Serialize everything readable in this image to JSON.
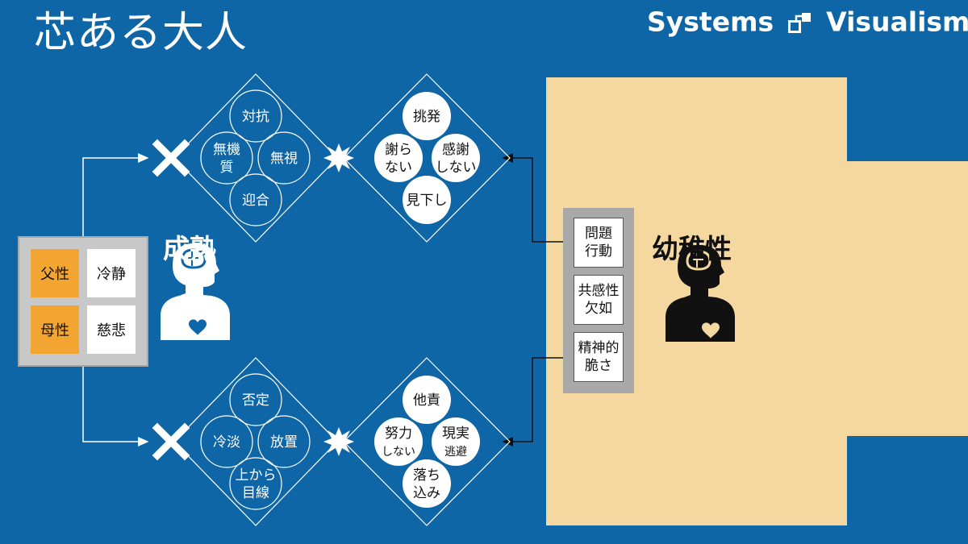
{
  "title": "芯ある大人",
  "brand": {
    "left": "Systems",
    "right": "Visualism"
  },
  "maturity": {
    "label": "成熟",
    "grid": [
      {
        "label": "父性",
        "color": "#f2a531"
      },
      {
        "label": "冷静",
        "color": "#ffffff"
      },
      {
        "label": "母性",
        "color": "#f2a531"
      },
      {
        "label": "慈悲",
        "color": "#ffffff"
      }
    ]
  },
  "childishness": {
    "label": "幼稚性",
    "tags": [
      {
        "line1": "問題",
        "line2": "行動"
      },
      {
        "line1": "共感性",
        "line2": "欠如"
      },
      {
        "line1": "精神的",
        "line2": "脆さ"
      }
    ]
  },
  "top_reaction": {
    "top": "対抗",
    "left": {
      "line1": "無機",
      "line2": "質"
    },
    "right": "無視",
    "bottom": "迎合"
  },
  "top_behavior": {
    "top": "挑発",
    "left": {
      "line1": "謝ら",
      "line2": "ない"
    },
    "right": {
      "line1": "感謝",
      "line2": "しない"
    },
    "bottom": "見下し"
  },
  "bottom_reaction": {
    "top": "否定",
    "left": "冷淡",
    "right": "放置",
    "bottom": {
      "line1": "上から",
      "line2": "目線"
    }
  },
  "bottom_behavior": {
    "top": "他責",
    "left": {
      "line1": "努力",
      "line2": "しない"
    },
    "right": {
      "line1": "現実",
      "line2": "逃避"
    },
    "bottom": {
      "line1": "落ち",
      "line2": "込み"
    }
  },
  "colors": {
    "background": "#0f66a6",
    "beige": "#f5d7a0",
    "orange": "#f2a531"
  }
}
